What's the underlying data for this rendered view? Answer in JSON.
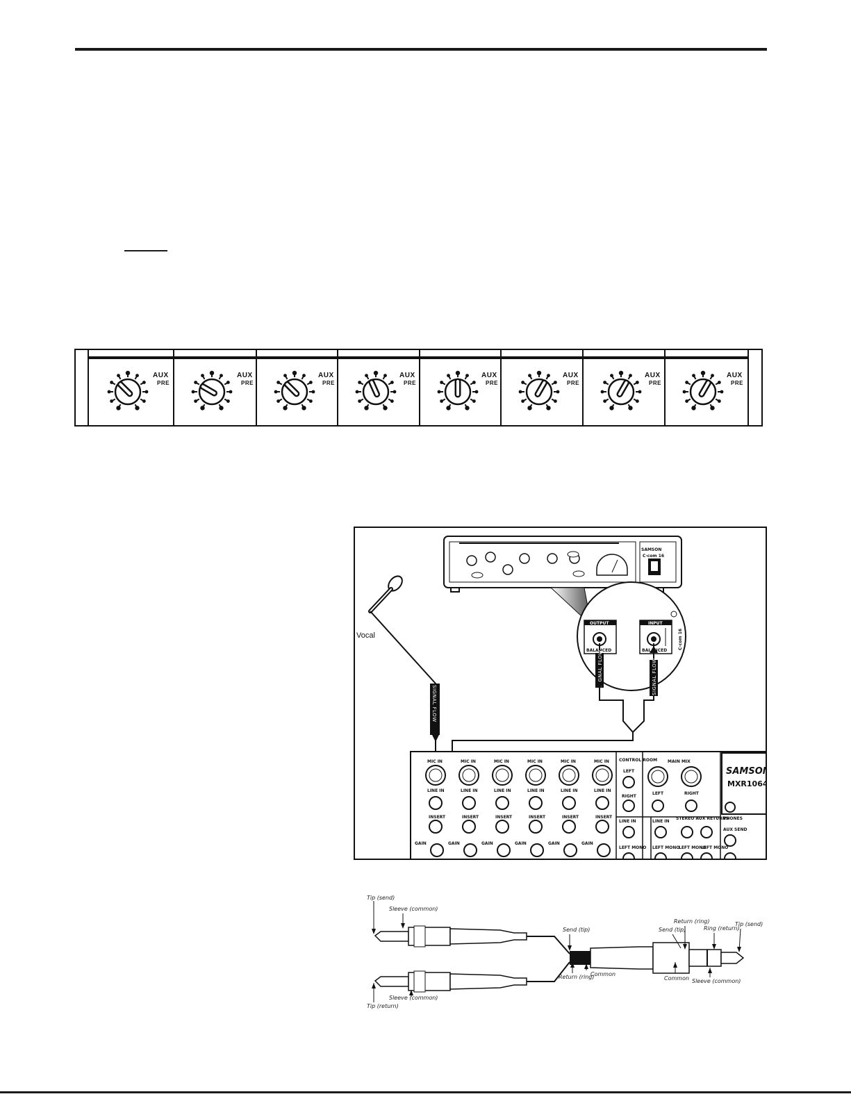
{
  "page": {
    "aux_strip": {
      "channels": [
        {
          "label": "AUX",
          "sublabel": "PRE",
          "level": 0.35
        },
        {
          "label": "AUX",
          "sublabel": "PRE",
          "level": 0.3
        },
        {
          "label": "AUX",
          "sublabel": "PRE",
          "level": 0.35
        },
        {
          "label": "AUX",
          "sublabel": "PRE",
          "level": 0.42
        },
        {
          "label": "AUX",
          "sublabel": "PRE",
          "level": 0.5
        },
        {
          "label": "AUX",
          "sublabel": "PRE",
          "level": 0.6
        },
        {
          "label": "AUX",
          "sublabel": "PRE",
          "level": 0.6
        },
        {
          "label": "AUX",
          "sublabel": "PRE",
          "level": 0.6
        }
      ]
    },
    "diagram": {
      "vocal_label": "Vocal",
      "signal_flow_label": "SIGNAL FLOW",
      "compressor": {
        "brand": "SAMSON",
        "model": "C·com 16",
        "output_label": "OUTPUT",
        "input_label": "INPUT",
        "balanced_label": "BALANCED"
      },
      "mixer": {
        "brand": "SAMSON",
        "model": "MXR1064",
        "mic_in_label": "MIC IN",
        "line_in_label": "LINE IN",
        "insert_label": "INSERT",
        "gain_label": "GAIN",
        "control_room_label": "CONTROL ROOM",
        "main_mix_label": "MAIN MIX",
        "left_label": "LEFT",
        "right_label": "RIGHT",
        "stereo_aux_returns_label": "STEREO AUX RETURNS",
        "left_mono_label": "LEFT MONO",
        "phones_label": "PHONES",
        "aux_send_label": "AUX SEND"
      }
    },
    "cable": {
      "labels": {
        "tip_send_left": "Tip (send)",
        "sleeve_common_top": "Sleeve (common)",
        "send_tip_mid": "Send (tip)",
        "return_ring_mid": "Return (ring)",
        "common_mid": "Common",
        "tip_return": "Tip (return)",
        "sleeve_common_bottom": "Sleeve (common)",
        "return_ring_right": "Return (ring)",
        "send_tip_right": "Send (tip)",
        "ring_return": "Ring (return)",
        "tip_send_right": "Tip (send)",
        "common_right": "Common",
        "sleeve_common_right": "Sleeve (common)"
      }
    }
  }
}
